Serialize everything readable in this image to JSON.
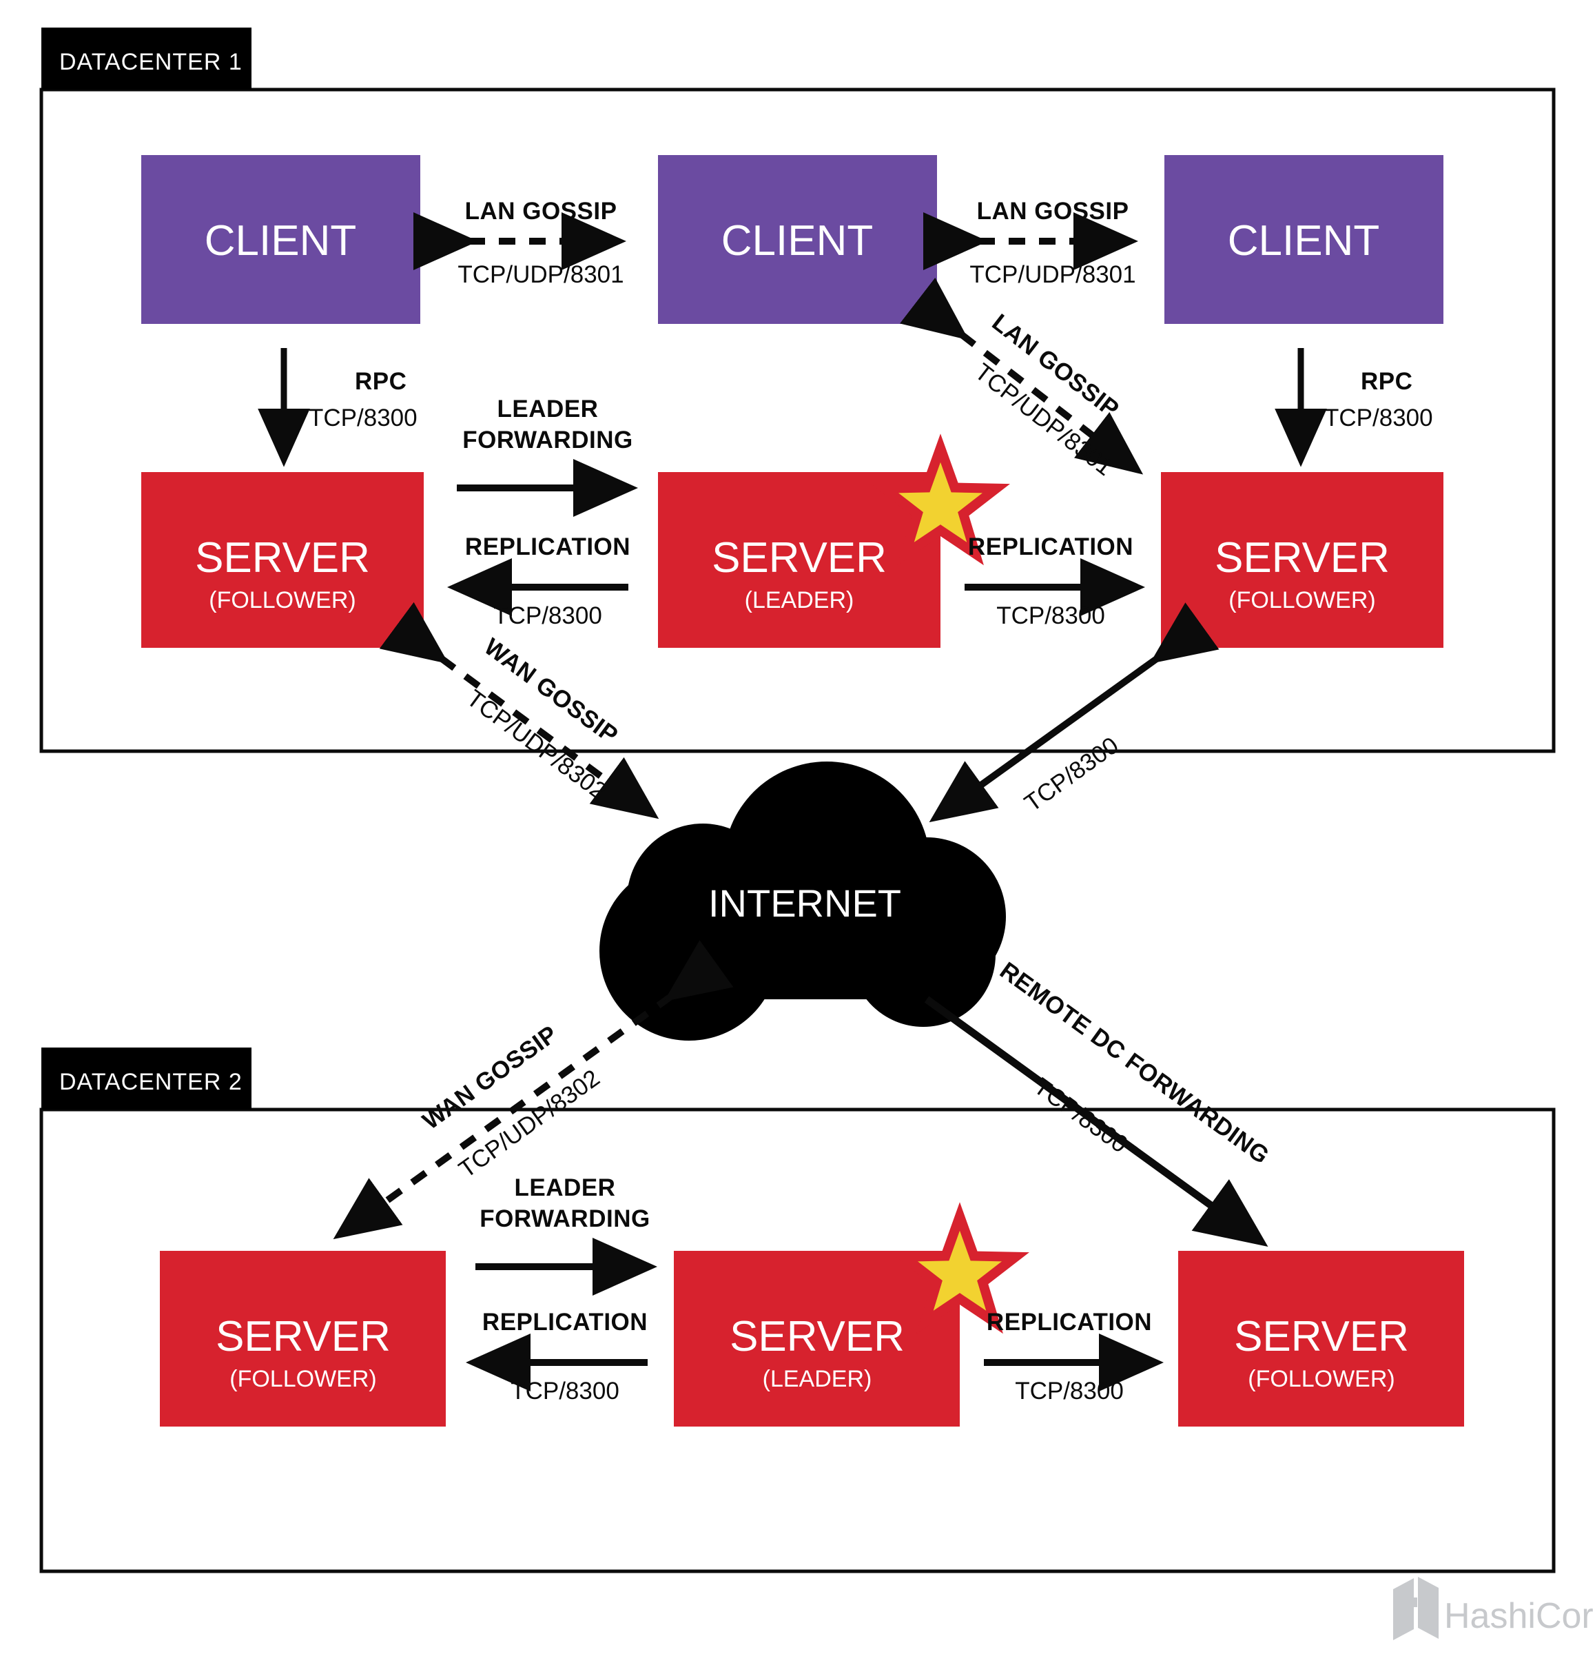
{
  "meta": {
    "colors": {
      "client_purple": "#6B4BA1",
      "server_red": "#D7222E",
      "tab_black": "#000000",
      "star_fill": "#F2D230",
      "star_stroke": "#D7222E",
      "logo_gray": "#C7C9CC",
      "line_black": "#0B0B0B",
      "background": "#FFFFFF"
    }
  },
  "datacenter1": {
    "tab_label": "DATACENTER 1",
    "clients": [
      {
        "label": "CLIENT"
      },
      {
        "label": "CLIENT"
      },
      {
        "label": "CLIENT"
      }
    ],
    "servers": [
      {
        "label": "SERVER",
        "role": "(FOLLOWER)",
        "leader": false
      },
      {
        "label": "SERVER",
        "role": "(LEADER)",
        "leader": true
      },
      {
        "label": "SERVER",
        "role": "(FOLLOWER)",
        "leader": false
      }
    ],
    "edges": {
      "client1_client2": {
        "title": "LAN GOSSIP",
        "port": "TCP/UDP/8301",
        "style": "dashed",
        "dir": "both"
      },
      "client2_client3": {
        "title": "LAN GOSSIP",
        "port": "TCP/UDP/8301",
        "style": "dashed",
        "dir": "both"
      },
      "client1_server1": {
        "title": "RPC",
        "port": "TCP/8300",
        "style": "solid",
        "dir": "down"
      },
      "client3_server3": {
        "title": "RPC",
        "port": "TCP/8300",
        "style": "solid",
        "dir": "down"
      },
      "client3_server3_diag": {
        "title": "LAN GOSSIP",
        "port": "TCP/UDP/8301",
        "style": "dashed",
        "dir": "both"
      },
      "server1_leader_fwd": {
        "title": "LEADER FORWARDING",
        "port": "",
        "style": "solid",
        "dir": "right"
      },
      "leader_server1_repl": {
        "title": "REPLICATION",
        "port": "TCP/8300",
        "style": "solid",
        "dir": "left"
      },
      "leader_server3_repl": {
        "title": "REPLICATION",
        "port": "TCP/8300",
        "style": "solid",
        "dir": "right"
      }
    }
  },
  "internet": {
    "label": "INTERNET"
  },
  "cross_dc_edges": {
    "dc1_follower_wan": {
      "title": "WAN GOSSIP",
      "port": "TCP/UDP/8302",
      "style": "dashed",
      "dir": "both"
    },
    "dc1_follower3_tcp": {
      "title": "",
      "port": "TCP/8300",
      "style": "solid",
      "dir": "both"
    },
    "dc2_follower_wan": {
      "title": "WAN GOSSIP",
      "port": "TCP/UDP/8302",
      "style": "dashed",
      "dir": "both"
    },
    "remote_dc_forwarding": {
      "title": "REMOTE DC FORWARDING",
      "port": "TCP/8300",
      "style": "solid",
      "dir": "down-right"
    }
  },
  "datacenter2": {
    "tab_label": "DATACENTER 2",
    "servers": [
      {
        "label": "SERVER",
        "role": "(FOLLOWER)",
        "leader": false
      },
      {
        "label": "SERVER",
        "role": "(LEADER)",
        "leader": true
      },
      {
        "label": "SERVER",
        "role": "(FOLLOWER)",
        "leader": false
      }
    ],
    "edges": {
      "server1_leader_fwd": {
        "title": "LEADER FORWARDING",
        "port": "",
        "style": "solid",
        "dir": "right"
      },
      "leader_server1_repl": {
        "title": "REPLICATION",
        "port": "TCP/8300",
        "style": "solid",
        "dir": "left"
      },
      "leader_server3_repl": {
        "title": "REPLICATION",
        "port": "TCP/8300",
        "style": "solid",
        "dir": "right"
      }
    }
  },
  "footer": {
    "brand": "HashiCorp"
  }
}
